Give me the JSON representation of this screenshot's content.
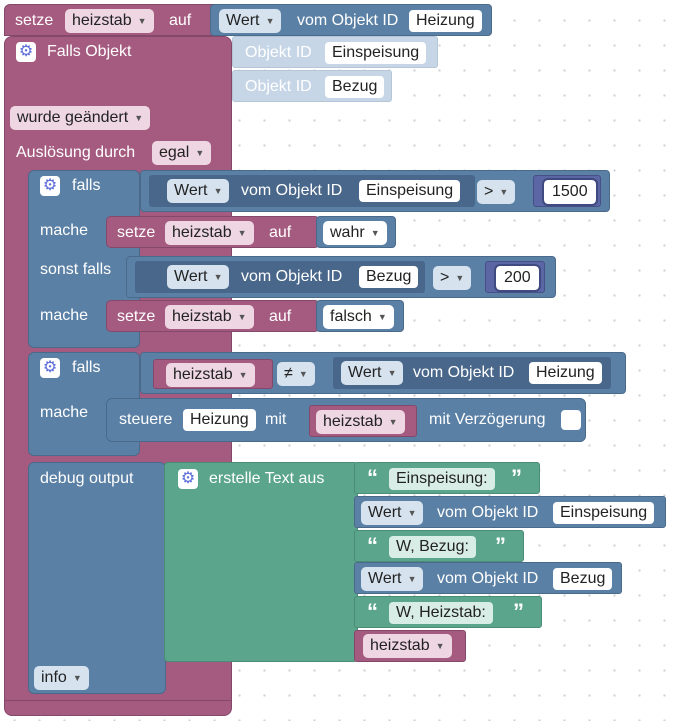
{
  "top_set": {
    "setze": "setze",
    "variable": "heizstab",
    "auf": "auf",
    "wert": "Wert",
    "vom_objekt": "vom Objekt ID",
    "objekt": "Heizung"
  },
  "trigger": {
    "falls_objekt": "Falls Objekt",
    "objekt_id": "Objekt ID",
    "obj1": "Einspeisung",
    "obj2": "Bezug",
    "wurde": "wurde geändert",
    "ausloesung": "Auslösung durch",
    "egal": "egal"
  },
  "if1": {
    "falls": "falls",
    "wert": "Wert",
    "vom_objekt": "vom Objekt ID",
    "objekt": "Einspeisung",
    "op": ">",
    "value": "1500",
    "mache": "mache",
    "setze": "setze",
    "variable": "heizstab",
    "auf": "auf",
    "bool": "wahr",
    "sonst_falls": "sonst falls",
    "wert2": "Wert",
    "vom_objekt2": "vom Objekt ID",
    "objekt2": "Bezug",
    "op2": ">",
    "value2": "200",
    "mache2": "mache",
    "setze2": "setze",
    "variable2": "heizstab",
    "auf2": "auf",
    "bool2": "falsch"
  },
  "if2": {
    "falls": "falls",
    "variable": "heizstab",
    "op": "≠",
    "wert": "Wert",
    "vom_objekt": "vom Objekt ID",
    "objekt": "Heizung",
    "mache": "mache",
    "steuere": "steuere",
    "ziel": "Heizung",
    "mit": "mit",
    "variable2": "heizstab",
    "mit_verzoegerung": "mit Verzögerung"
  },
  "debug": {
    "label": "debug output",
    "erstelle": "erstelle Text aus",
    "t1": "Einspeisung:",
    "wert1": "Wert",
    "vom1": "vom Objekt ID",
    "obj1": "Einspeisung",
    "t2": "W, Bezug:",
    "wert2": "Wert",
    "vom2": "vom Objekt ID",
    "obj2": "Bezug",
    "t3": "W, Heizstab:",
    "var": "heizstab",
    "level": "info"
  },
  "colors": {
    "variables": "#a55b80",
    "logic": "#5b80a5",
    "text": "#5ba58c",
    "math": "#5b67a5"
  }
}
